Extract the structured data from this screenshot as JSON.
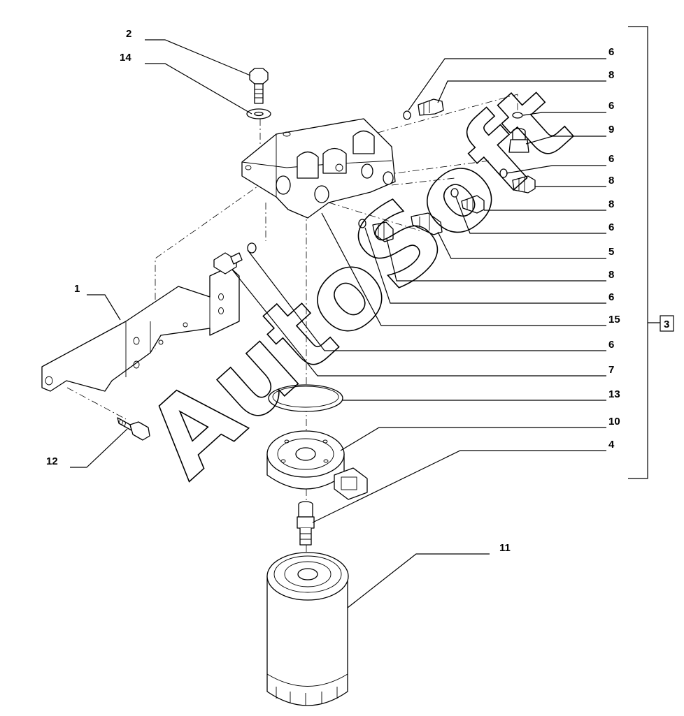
{
  "diagram": {
    "watermark": "AutoSoft",
    "group_label": "3",
    "callouts": {
      "c2": "2",
      "c14": "14",
      "c1": "1",
      "c12": "12",
      "c11": "11",
      "r6a": "6",
      "r8a": "8",
      "r6b": "6",
      "r9": "9",
      "r6c": "6",
      "r8b": "8",
      "r8c": "8",
      "r6d": "6",
      "r5": "5",
      "r8d": "8",
      "r6e": "6",
      "r15": "15",
      "r6f": "6",
      "r7": "7",
      "r13": "13",
      "r10": "10",
      "r4": "4"
    }
  }
}
